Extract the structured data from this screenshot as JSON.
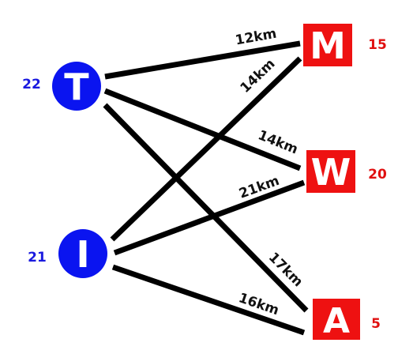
{
  "colors": {
    "source": "#0a14f0",
    "destination": "#ee1111",
    "edge": "#000000",
    "source_value": "#1a1adf",
    "destination_value": "#e01010"
  },
  "sources": [
    {
      "id": "T",
      "letter": "T",
      "value": "22"
    },
    {
      "id": "I",
      "letter": "I",
      "value": "21"
    }
  ],
  "destinations": [
    {
      "id": "M",
      "letter": "M",
      "value": "15"
    },
    {
      "id": "W",
      "letter": "W",
      "value": "20"
    },
    {
      "id": "A",
      "letter": "A",
      "value": "5"
    }
  ],
  "edges": [
    {
      "from": "T",
      "to": "M",
      "label": "12km"
    },
    {
      "from": "T",
      "to": "W",
      "label": "14km"
    },
    {
      "from": "T",
      "to": "A",
      "label": "17km"
    },
    {
      "from": "I",
      "to": "M",
      "label": "14km"
    },
    {
      "from": "I",
      "to": "W",
      "label": "21km"
    },
    {
      "from": "I",
      "to": "A",
      "label": "16km"
    }
  ]
}
